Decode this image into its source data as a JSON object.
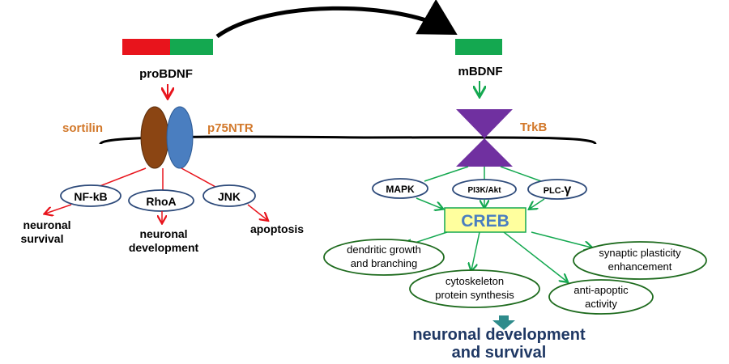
{
  "labels": {
    "probdnf": "proBDNF",
    "mbdnf": "mBDNF",
    "sortilin": "sortilin",
    "p75ntr": "p75NTR",
    "trkb": "TrkB",
    "nfkb": "NF-kB",
    "rhoa": "RhoA",
    "jnk": "JNK",
    "neuronal_survival_1": "neuronal",
    "neuronal_survival_2": "survival",
    "neuronal_dev_1": "neuronal",
    "neuronal_dev_2": "development",
    "apoptosis": "apoptosis",
    "mapk": "MAPK",
    "pi3k": "PI3K/Akt",
    "plc": "PLC-",
    "plc_gamma": "γ",
    "creb": "CREB",
    "dendritic_1": "dendritic growth",
    "dendritic_2": "and branching",
    "cytoskeleton_1": "cytoskeleton",
    "cytoskeleton_2": "protein synthesis",
    "synaptic_1": "synaptic plasticity",
    "synaptic_2": "enhancement",
    "antiapoptic_1": "anti-apoptic",
    "antiapoptic_2": "activity",
    "outcome_1": "neuronal development",
    "outcome_2": "and survival"
  },
  "colors": {
    "red": "#e8141c",
    "green": "#14a850",
    "orange": "#d2782a",
    "brown": "#8b4513",
    "blue": "#4a7ec0",
    "purple": "#7030a0",
    "navy": "#1f3864",
    "ellipse_green": "#1e6b1e",
    "creb_fill": "#ffff9e",
    "arrow_teal": "#2e8b8b"
  }
}
